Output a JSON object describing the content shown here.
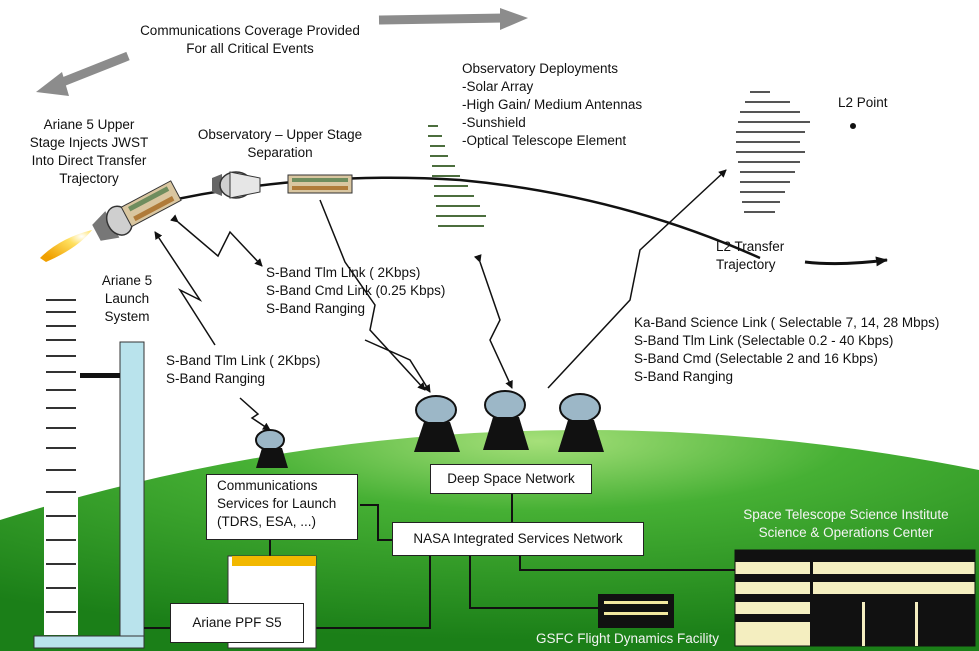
{
  "coverage_note": [
    "Communications Coverage Provided",
    "For all Critical Events"
  ],
  "ariane_injection": [
    "Ariane 5 Upper",
    "Stage Injects JWST",
    "Into Direct Transfer",
    "Trajectory"
  ],
  "separation": [
    "Observatory – Upper Stage",
    "Separation"
  ],
  "deployments": {
    "title": "Observatory Deployments",
    "items": [
      "-Solar Array",
      "-High Gain/ Medium Antennas",
      "-Sunshield",
      "-Optical Telescope Element"
    ]
  },
  "l2_point": "L2 Point",
  "l2_transfer": [
    "L2 Transfer",
    "Trajectory"
  ],
  "launch_system": [
    "Ariane 5",
    "Launch",
    "System"
  ],
  "sband_links_dsn": [
    "S-Band Tlm Link ( 2Kbps)",
    "S-Band Cmd Link (0.25 Kbps)",
    "S-Band Ranging"
  ],
  "sband_links_launch": [
    "S-Band Tlm Link ( 2Kbps)",
    "S-Band Ranging"
  ],
  "ka_band_links": [
    "Ka-Band Science Link ( Selectable 7, 14, 28 Mbps)",
    "S-Band Tlm Link  (Selectable 0.2 - 40 Kbps)",
    "S-Band Cmd (Selectable 2  and 16 Kbps)",
    "S-Band Ranging"
  ],
  "launch_services": [
    "Communications",
    "Services for Launch",
    "(TDRS, ESA, ...)"
  ],
  "deep_space_network": "Deep Space Network",
  "nisn": "NASA Integrated Services Network",
  "stsci": [
    "Space Telescope Science Institute",
    "Science & Operations Center"
  ],
  "ariane_ppf": "Ariane PPF S5",
  "gsfc": "GSFC Flight Dynamics Facility",
  "colors": {
    "ground": "#1f8f1c",
    "ground_highlight": "#8ed86a",
    "tower": "#b9e3ec",
    "arrow_gray": "#8c8c8c",
    "flame": "#ffc31a"
  }
}
